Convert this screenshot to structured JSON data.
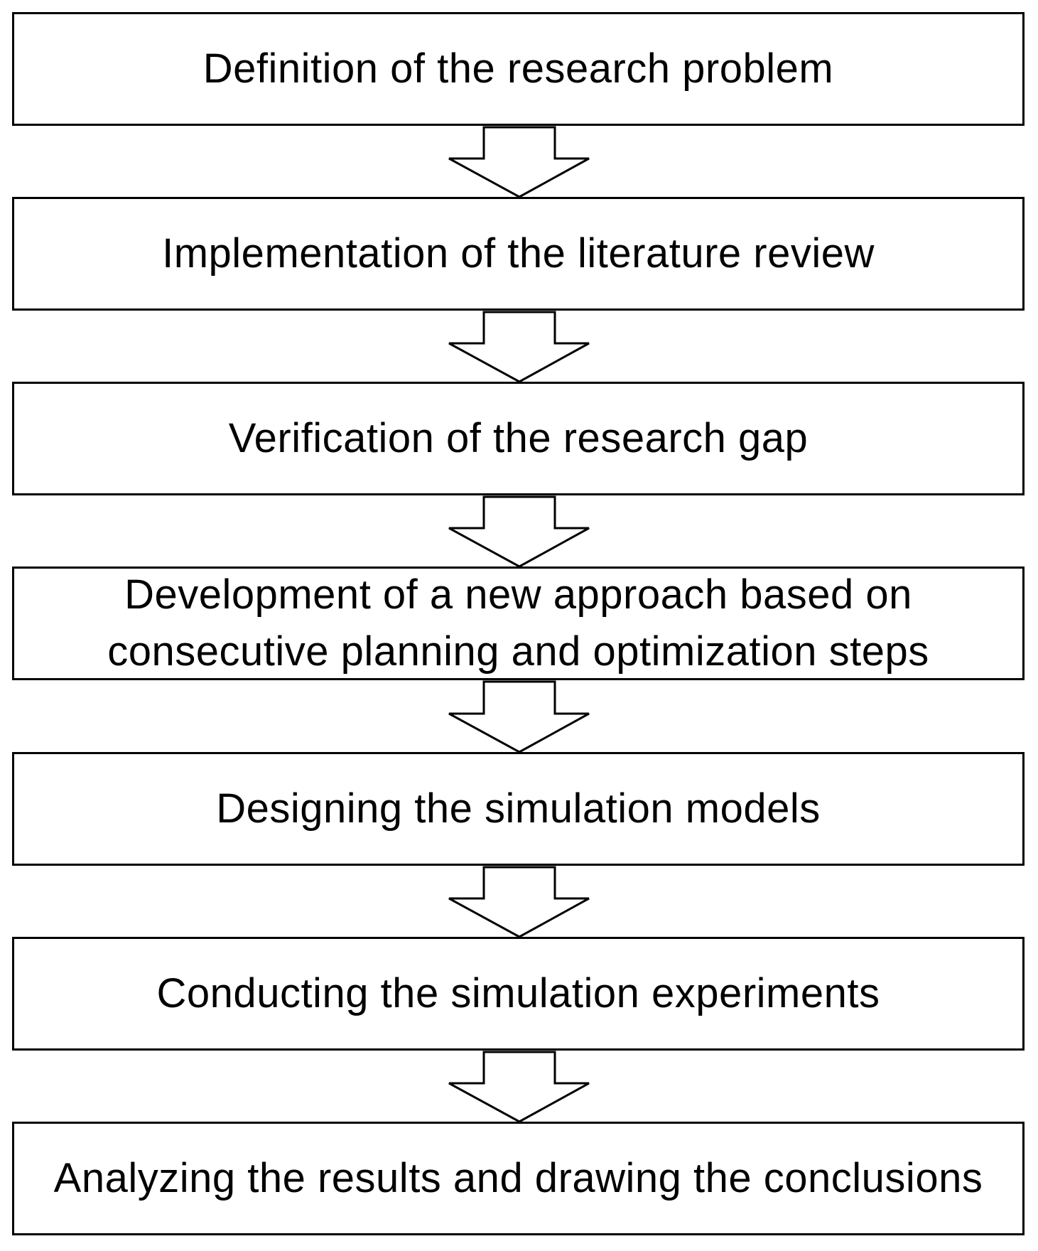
{
  "flowchart": {
    "steps": [
      {
        "label": "Definition of the research problem"
      },
      {
        "label": "Implementation of the literature review"
      },
      {
        "label": "Verification of the research gap"
      },
      {
        "label": "Development of a new approach based on consecutive planning and optimization steps"
      },
      {
        "label": "Designing the simulation models"
      },
      {
        "label": "Conducting the simulation experiments"
      },
      {
        "label": "Analyzing the results and drawing the conclusions"
      }
    ],
    "colors": {
      "box_border": "#000000",
      "box_fill": "#ffffff",
      "arrow_fill": "#ffffff",
      "text": "#000000"
    }
  }
}
